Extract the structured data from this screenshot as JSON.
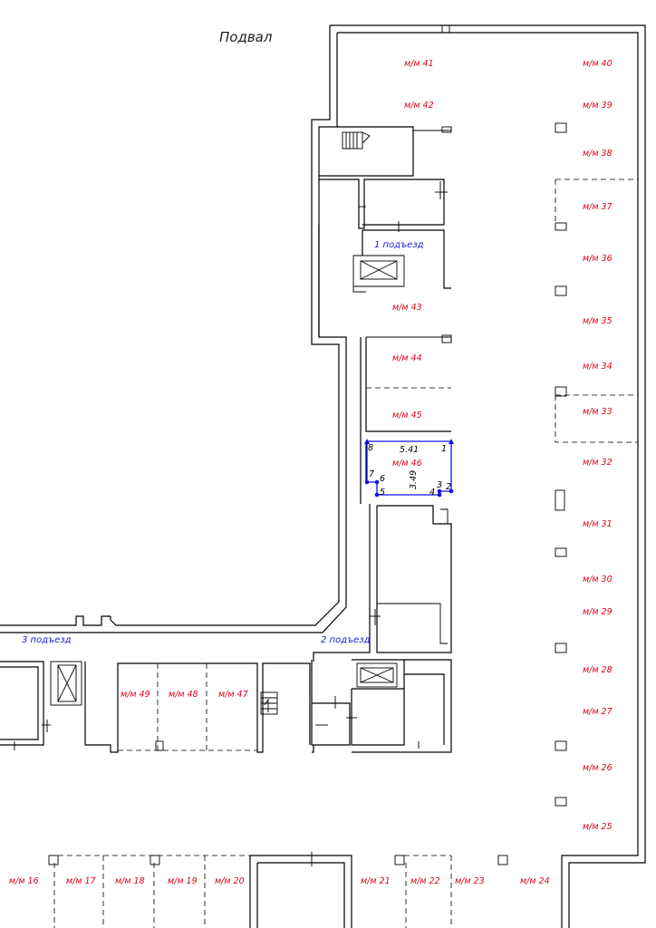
{
  "title": "Подвал",
  "entrances": [
    {
      "id": "e1",
      "text": "1 подъезд"
    },
    {
      "id": "e2",
      "text": "2 подъезд"
    },
    {
      "id": "e3",
      "text": "3 подъезд"
    }
  ],
  "spaces": [
    {
      "id": "s40",
      "text": "м/м 40"
    },
    {
      "id": "s41",
      "text": "м/м 41"
    },
    {
      "id": "s39",
      "text": "м/м 39"
    },
    {
      "id": "s42",
      "text": "м/м 42"
    },
    {
      "id": "s38",
      "text": "м/м 38"
    },
    {
      "id": "s37",
      "text": "м/м 37"
    },
    {
      "id": "s36",
      "text": "м/м 36"
    },
    {
      "id": "s43",
      "text": "м/м 43"
    },
    {
      "id": "s35",
      "text": "м/м 35"
    },
    {
      "id": "s44",
      "text": "м/м 44"
    },
    {
      "id": "s34",
      "text": "м/м 34"
    },
    {
      "id": "s45",
      "text": "м/м 45"
    },
    {
      "id": "s33",
      "text": "м/м 33"
    },
    {
      "id": "s46",
      "text": "м/м 46"
    },
    {
      "id": "s32",
      "text": "м/м 32"
    },
    {
      "id": "s31",
      "text": "м/м 31"
    },
    {
      "id": "s30",
      "text": "м/м 30"
    },
    {
      "id": "s29",
      "text": "м/м 29"
    },
    {
      "id": "s28",
      "text": "м/м 28"
    },
    {
      "id": "s49",
      "text": "м/м 49"
    },
    {
      "id": "s48",
      "text": "м/м 48"
    },
    {
      "id": "s47",
      "text": "м/м 47"
    },
    {
      "id": "s27",
      "text": "м/м 27"
    },
    {
      "id": "s26",
      "text": "м/м 26"
    },
    {
      "id": "s25",
      "text": "м/м 25"
    },
    {
      "id": "s16",
      "text": "м/м 16"
    },
    {
      "id": "s17",
      "text": "м/м 17"
    },
    {
      "id": "s18",
      "text": "м/м 18"
    },
    {
      "id": "s19",
      "text": "м/м 19"
    },
    {
      "id": "s20",
      "text": "м/м 20"
    },
    {
      "id": "s21",
      "text": "м/м 21"
    },
    {
      "id": "s22",
      "text": "м/м 22"
    },
    {
      "id": "s23",
      "text": "м/м 23"
    },
    {
      "id": "s24",
      "text": "м/м 24"
    }
  ],
  "dimensions": {
    "width": "5.41",
    "depth": "3.49"
  },
  "vertices": [
    "1",
    "2",
    "3",
    "4",
    "5",
    "6",
    "7",
    "8"
  ],
  "colors": {
    "space_label": "#e0001a",
    "entrance_label": "#1a1adc",
    "highlight": "#1010e0",
    "walls": "#000000"
  }
}
